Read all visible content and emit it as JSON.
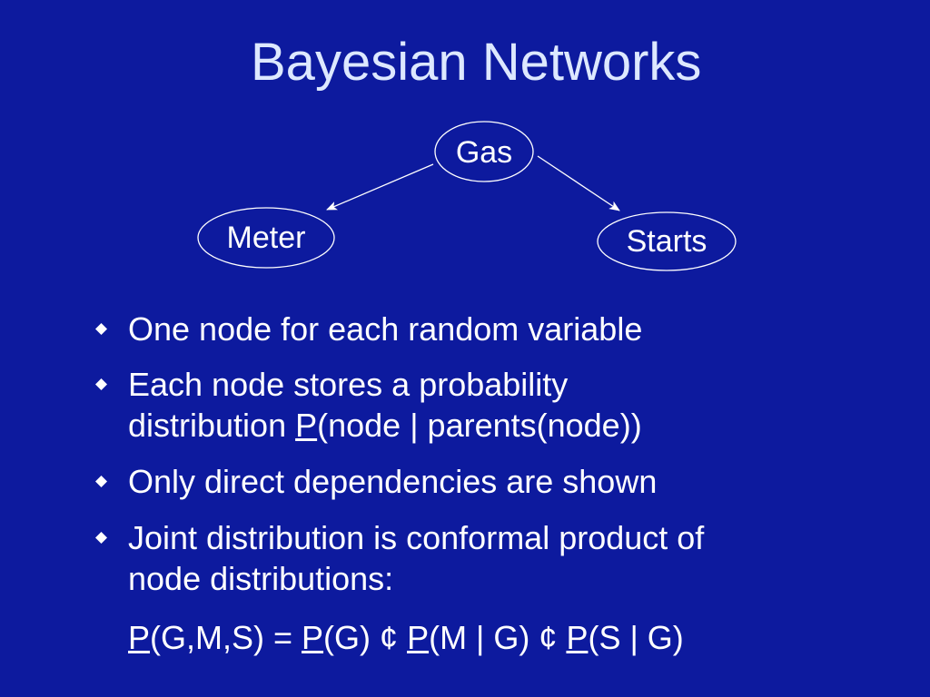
{
  "slide": {
    "title": "Bayesian Networks",
    "background_color": "#0d1a9e",
    "title_color": "#dde8ff"
  },
  "diagram": {
    "nodes": [
      {
        "id": "gas",
        "label": "Gas"
      },
      {
        "id": "meter",
        "label": "Meter"
      },
      {
        "id": "starts",
        "label": "Starts"
      }
    ],
    "edges": [
      {
        "from": "gas",
        "to": "meter"
      },
      {
        "from": "gas",
        "to": "starts"
      }
    ]
  },
  "bullets": {
    "item1": "One node for each random variable",
    "item2_line1": "Each node stores a probability",
    "item2_line2_prefix": "distribution ",
    "item2_line2_p": "P",
    "item2_line2_suffix": "(node | parents(node))",
    "item3": "Only direct dependencies are shown",
    "item4_line1": "Joint distribution is conformal product of",
    "item4_line2": "node distributions:"
  },
  "formula": {
    "p1": "P",
    "t1": "(G,M,S) = ",
    "p2": "P",
    "t2": "(G) ¢ ",
    "p3": "P",
    "t3": "(M | G) ¢ ",
    "p4": "P",
    "t4": "(S | G)"
  }
}
